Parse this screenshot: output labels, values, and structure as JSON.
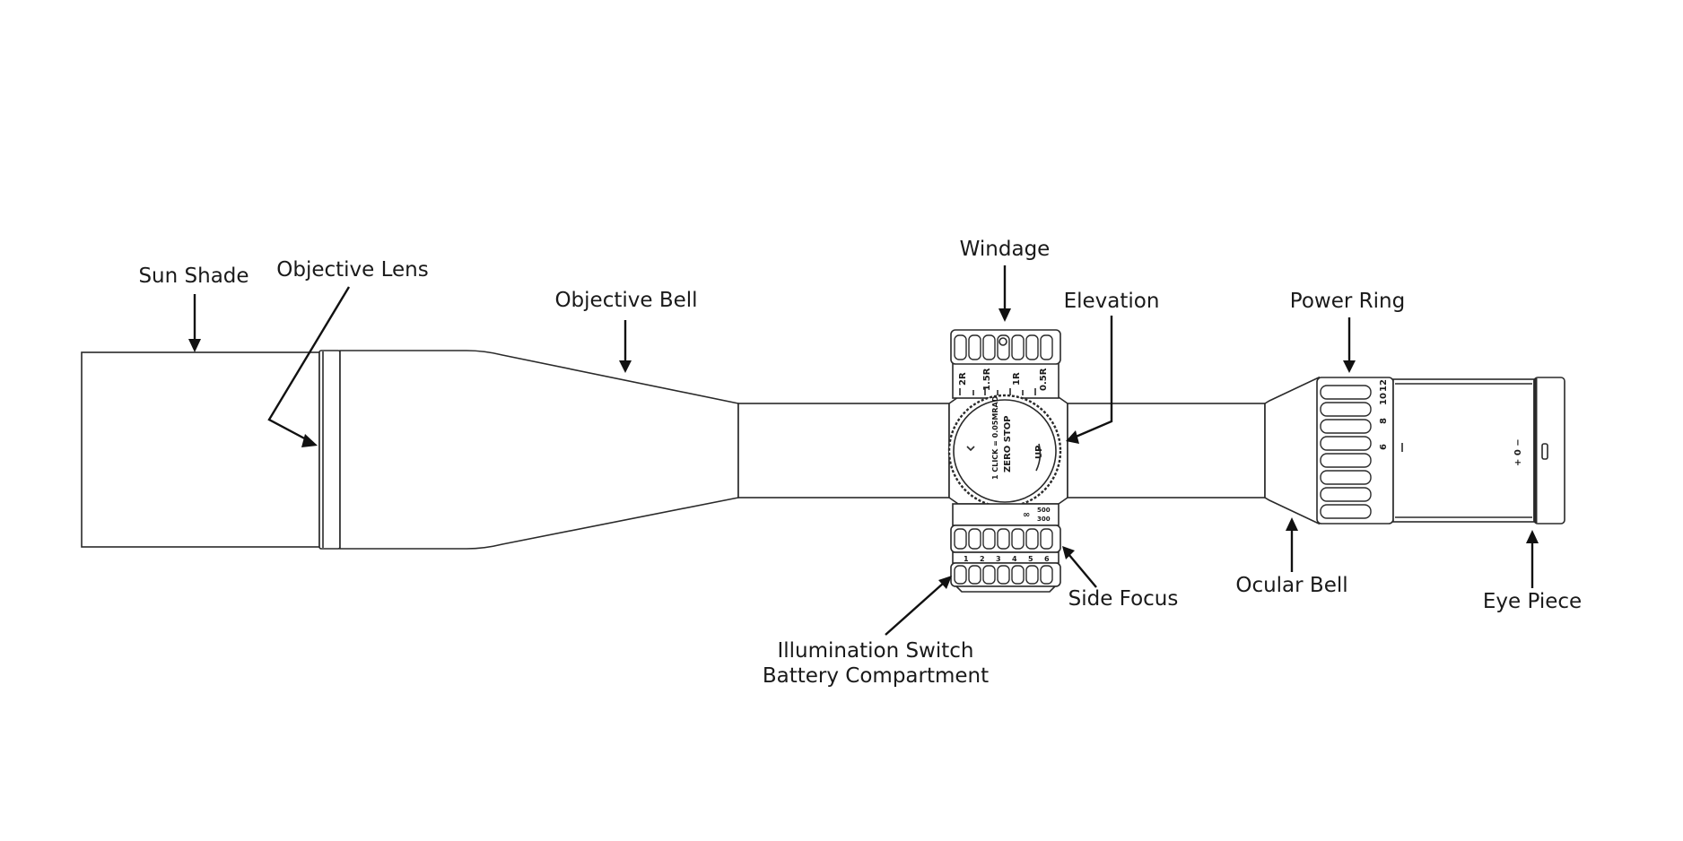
{
  "labels": {
    "sun_shade": "Sun Shade",
    "objective_lens": "Objective Lens",
    "objective_bell": "Objective Bell",
    "windage": "Windage",
    "elevation": "Elevation",
    "power_ring": "Power Ring",
    "side_focus": "Side Focus",
    "illumination_line1": "Illumination Switch",
    "illumination_line2": "Battery Compartment",
    "ocular_bell": "Ocular Bell",
    "eye_piece": "Eye Piece"
  },
  "turret_markings": {
    "windage_scale": [
      "2R",
      "1.5R",
      "1R",
      "0.5R"
    ],
    "elevation_text1": "1 CLICK = 0.05MRAD",
    "elevation_text2": "ZERO STOP",
    "elevation_up": "UP",
    "side_focus_marks": [
      "∞",
      "500",
      "300"
    ],
    "illumination_marks": [
      "1",
      "2",
      "3",
      "4",
      "5",
      "6"
    ],
    "power_marks": [
      "6",
      "8",
      "10",
      "12"
    ],
    "eyepiece_marks": "+ 0 −"
  }
}
